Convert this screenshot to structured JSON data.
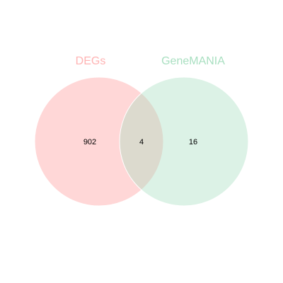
{
  "venn": {
    "sets": [
      {
        "name": "DEGs",
        "fill": "#ff9a9a",
        "label_color": "#ffb3b3"
      },
      {
        "name": "GeneMANIA",
        "fill": "#a8dfc0",
        "label_color": "#a8dfc0"
      }
    ],
    "counts": {
      "left_only": "902",
      "intersection": "4",
      "right_only": "16"
    }
  }
}
